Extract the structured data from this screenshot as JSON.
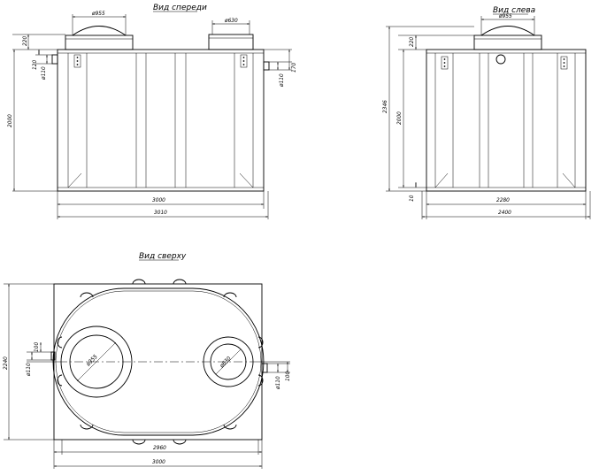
{
  "views": {
    "front": {
      "title": "Вид спереди",
      "dims": {
        "dome_large": "ø955",
        "dome_small": "ø630",
        "h220": "220",
        "h120": "120",
        "d110_left": "ø110",
        "h2000": "2000",
        "d110_right": "ø110",
        "h170": "170",
        "w3000": "3000",
        "w3010": "3010"
      }
    },
    "side": {
      "title": "Вид слева",
      "dims": {
        "dome": "ø955",
        "h220": "220",
        "h2346": "2346",
        "h2000": "2000",
        "h10": "10",
        "w2280": "2280",
        "w2400": "2400"
      }
    },
    "top": {
      "title": "Вид сверху",
      "dims": {
        "h2240": "2240",
        "d110_left": "ø110",
        "h100_left": "100",
        "d955": "ø955",
        "d630": "ø630",
        "d110_right": "ø110",
        "h100_right": "100",
        "w2960": "2960",
        "w3000": "3000"
      }
    }
  }
}
